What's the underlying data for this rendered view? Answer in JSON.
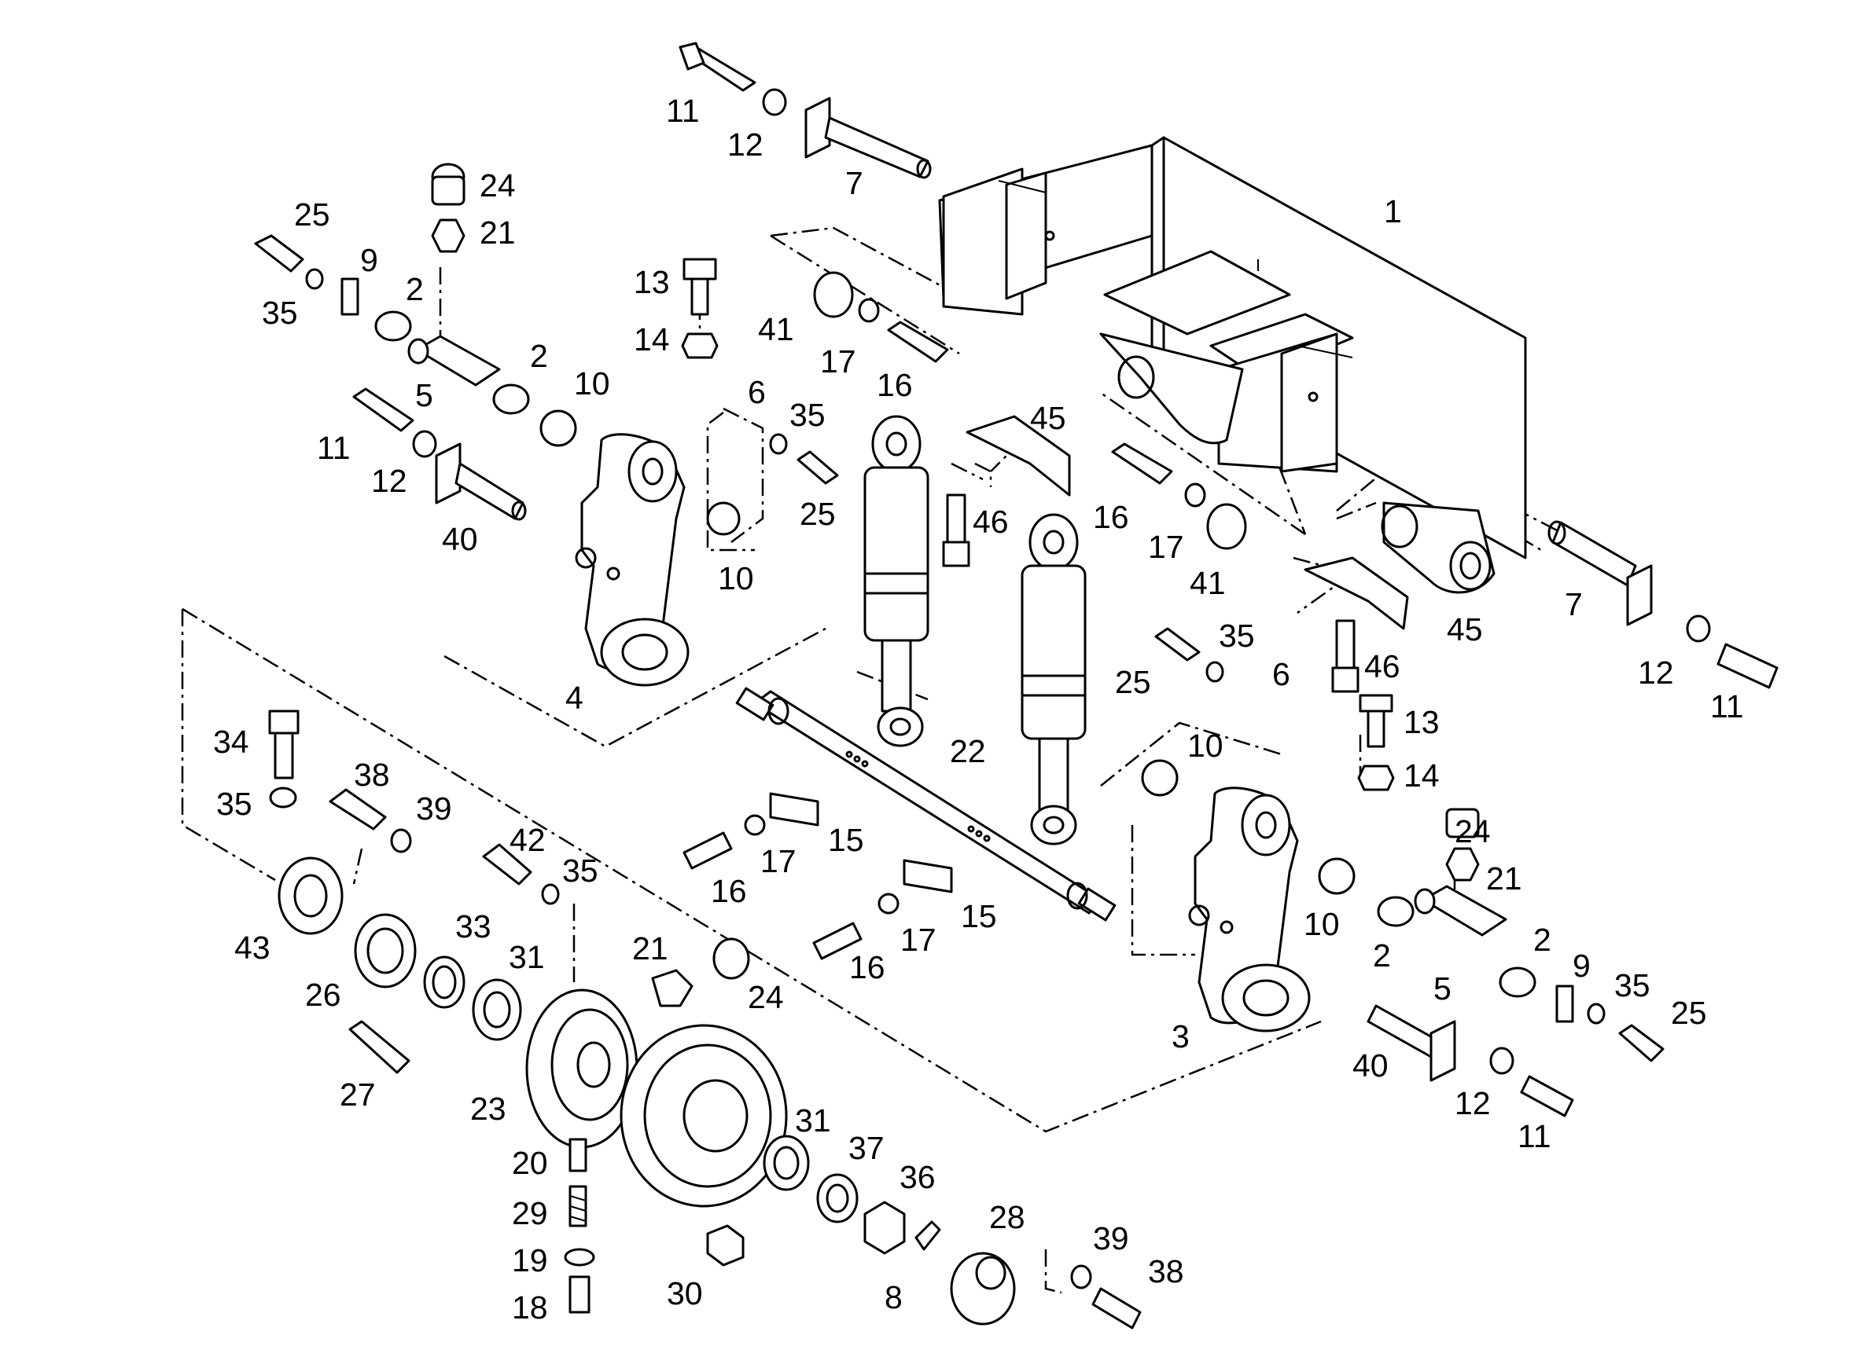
{
  "diagram": {
    "callouts": [
      "1",
      "2",
      "3",
      "4",
      "5",
      "6",
      "7",
      "8",
      "9",
      "10",
      "11",
      "12",
      "13",
      "14",
      "15",
      "16",
      "17",
      "18",
      "19",
      "20",
      "21",
      "22",
      "23",
      "24",
      "25",
      "26",
      "27",
      "28",
      "29",
      "30",
      "31",
      "33",
      "34",
      "35",
      "36",
      "37",
      "38",
      "39",
      "40",
      "41",
      "42",
      "43",
      "45",
      "46"
    ]
  },
  "labels": [
    {
      "id": "l11a",
      "text": "11"
    },
    {
      "id": "l12a",
      "text": "12"
    },
    {
      "id": "l7a",
      "text": "7"
    },
    {
      "id": "l1",
      "text": "1"
    },
    {
      "id": "l24a",
      "text": "24"
    },
    {
      "id": "l21a",
      "text": "21"
    },
    {
      "id": "l25a",
      "text": "25"
    },
    {
      "id": "l9a",
      "text": "9"
    },
    {
      "id": "l2a",
      "text": "2"
    },
    {
      "id": "l35a",
      "text": "35"
    },
    {
      "id": "l2b",
      "text": "2"
    },
    {
      "id": "l10a",
      "text": "10"
    },
    {
      "id": "l5a",
      "text": "5"
    },
    {
      "id": "l13a",
      "text": "13"
    },
    {
      "id": "l14a",
      "text": "14"
    },
    {
      "id": "l41a",
      "text": "41"
    },
    {
      "id": "l17a",
      "text": "17"
    },
    {
      "id": "l16a",
      "text": "16"
    },
    {
      "id": "l6a",
      "text": "6"
    },
    {
      "id": "l35b",
      "text": "35"
    },
    {
      "id": "l25b",
      "text": "25"
    },
    {
      "id": "l45a",
      "text": "45"
    },
    {
      "id": "l11b",
      "text": "11"
    },
    {
      "id": "l12b",
      "text": "12"
    },
    {
      "id": "l40a",
      "text": "40"
    },
    {
      "id": "l10b",
      "text": "10"
    },
    {
      "id": "l46a",
      "text": "46"
    },
    {
      "id": "l16b",
      "text": "16"
    },
    {
      "id": "l17b",
      "text": "17"
    },
    {
      "id": "l41b",
      "text": "41"
    },
    {
      "id": "l7b",
      "text": "7"
    },
    {
      "id": "l45b",
      "text": "45"
    },
    {
      "id": "l46b",
      "text": "46"
    },
    {
      "id": "l12c",
      "text": "12"
    },
    {
      "id": "l11c",
      "text": "11"
    },
    {
      "id": "l4",
      "text": "4"
    },
    {
      "id": "l35c",
      "text": "35"
    },
    {
      "id": "l25c",
      "text": "25"
    },
    {
      "id": "l6b",
      "text": "6"
    },
    {
      "id": "l13b",
      "text": "13"
    },
    {
      "id": "l14b",
      "text": "14"
    },
    {
      "id": "l10c",
      "text": "10"
    },
    {
      "id": "l22",
      "text": "22"
    },
    {
      "id": "l34",
      "text": "34"
    },
    {
      "id": "l35d",
      "text": "35"
    },
    {
      "id": "l38a",
      "text": "38"
    },
    {
      "id": "l39a",
      "text": "39"
    },
    {
      "id": "l42",
      "text": "42"
    },
    {
      "id": "l35e",
      "text": "35"
    },
    {
      "id": "l15a",
      "text": "15"
    },
    {
      "id": "l17c",
      "text": "17"
    },
    {
      "id": "l16c",
      "text": "16"
    },
    {
      "id": "l15b",
      "text": "15"
    },
    {
      "id": "l17d",
      "text": "17"
    },
    {
      "id": "l16d",
      "text": "16"
    },
    {
      "id": "l24b",
      "text": "24"
    },
    {
      "id": "l21b",
      "text": "21"
    },
    {
      "id": "l10d",
      "text": "10"
    },
    {
      "id": "l2c",
      "text": "2"
    },
    {
      "id": "l2d",
      "text": "2"
    },
    {
      "id": "l9b",
      "text": "9"
    },
    {
      "id": "l35f",
      "text": "35"
    },
    {
      "id": "l25d",
      "text": "25"
    },
    {
      "id": "l5b",
      "text": "5"
    },
    {
      "id": "l43",
      "text": "43"
    },
    {
      "id": "l26",
      "text": "26"
    },
    {
      "id": "l33",
      "text": "33"
    },
    {
      "id": "l31a",
      "text": "31"
    },
    {
      "id": "l21c",
      "text": "21"
    },
    {
      "id": "l24c",
      "text": "24"
    },
    {
      "id": "l3",
      "text": "3"
    },
    {
      "id": "l40b",
      "text": "40"
    },
    {
      "id": "l12d",
      "text": "12"
    },
    {
      "id": "l11d",
      "text": "11"
    },
    {
      "id": "l27",
      "text": "27"
    },
    {
      "id": "l23",
      "text": "23"
    },
    {
      "id": "l31b",
      "text": "31"
    },
    {
      "id": "l37",
      "text": "37"
    },
    {
      "id": "l36",
      "text": "36"
    },
    {
      "id": "l20",
      "text": "20"
    },
    {
      "id": "l29",
      "text": "29"
    },
    {
      "id": "l28",
      "text": "28"
    },
    {
      "id": "l39b",
      "text": "39"
    },
    {
      "id": "l38b",
      "text": "38"
    },
    {
      "id": "l19",
      "text": "19"
    },
    {
      "id": "l30",
      "text": "30"
    },
    {
      "id": "l8",
      "text": "8"
    },
    {
      "id": "l18",
      "text": "18"
    }
  ]
}
